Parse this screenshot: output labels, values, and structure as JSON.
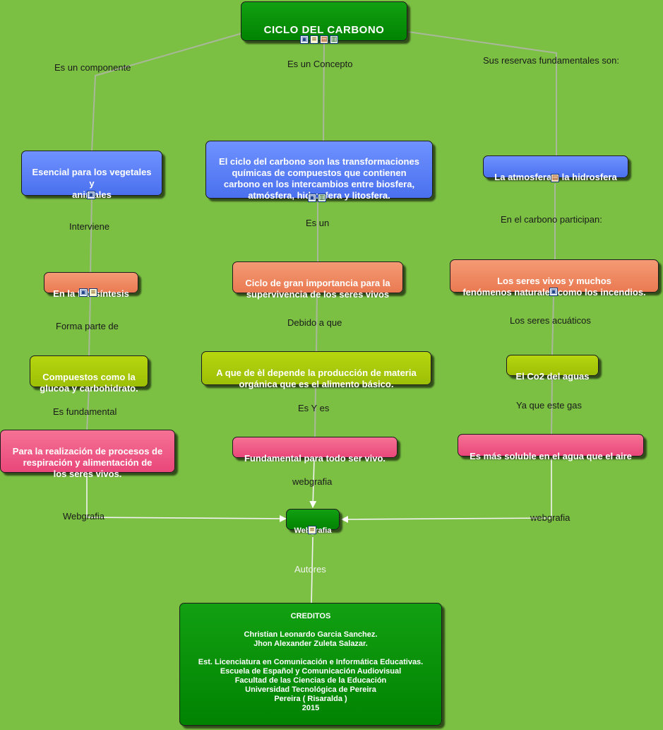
{
  "title": "CICLO DEL CARBONO",
  "links": {
    "es_componente": "Es un componente",
    "es_concepto": "Es un Concepto",
    "reservas": "Sus reservas fundamentales son:",
    "interviene": "Interviene",
    "es_un": "Es un",
    "participan": "En el carbono participan:",
    "forma_parte": "Forma parte de",
    "debido": "Debido a que",
    "acuaticos": "Los seres acuáticos",
    "fundamental": "Es fundamental",
    "es_y_es": "Es Y es",
    "ya_que": "Ya que este gas",
    "webgrafia_center": "webgrafia",
    "webgrafia_left": "Webgrafia",
    "webgrafia_right": "webgrafia",
    "autores": "Autores"
  },
  "nodes": {
    "esencial": "Esencial para los vegetales\ny\nanimales",
    "concepto": "El ciclo del carbono son las transformaciones\nquímicas de compuestos que contienen\ncarbono en los intercambios entre biosfera,\natmósfera, hidrosfera y litosfera.",
    "atmosfera": "La atmosfera y la hidrosfera",
    "fotosintesis": "En la fotosíntesis",
    "ciclo_importancia": "Ciclo de gran importancia para la\nsupervivencia de los seres vivos",
    "seres_vivos": "Los seres vivos y muchos\nfenómenos naturales como los incendios.",
    "compuestos": "Compuestos como la\nglucoa y carbohidrato.",
    "materia": "A que de èl depende la producción de materia\norgánica que es el alimento básico.",
    "co2": "El Co2 del aguas",
    "procesos": "Para la realización de procesos de\nrespiración y alimentación de\nlos seres vivos.",
    "fundamental_vivo": "Fundamental para todo ser vivo.",
    "soluble": "Es más soluble en el agua que el aire",
    "webgrafia": "Webgrafia"
  },
  "credits": {
    "heading": "CREDITOS",
    "author1": "Christian Leonardo Garcia Sanchez.",
    "author2": "Jhon Alexander Zuleta Salazar.",
    "program": "Est. Licenciatura en Comunicación e Informática Educativas.",
    "school": "Escuela de Español y Comunicación Audiovisual",
    "faculty": "Facultad de las Ciencias de la Educación",
    "university": "Universidad Tecnológica de Pereira",
    "city": "Pereira ( Risaralda )",
    "year": "2015"
  },
  "colors": {
    "background": "#7bc043",
    "blue_node": "#5a7ff5",
    "orange_node": "#ee8460",
    "olive_node": "#a8c80a",
    "pink_node": "#ef5a85",
    "green_node": "#018a01"
  },
  "icon_types": [
    "image-icon",
    "note-icon",
    "web-icon",
    "film-icon"
  ]
}
